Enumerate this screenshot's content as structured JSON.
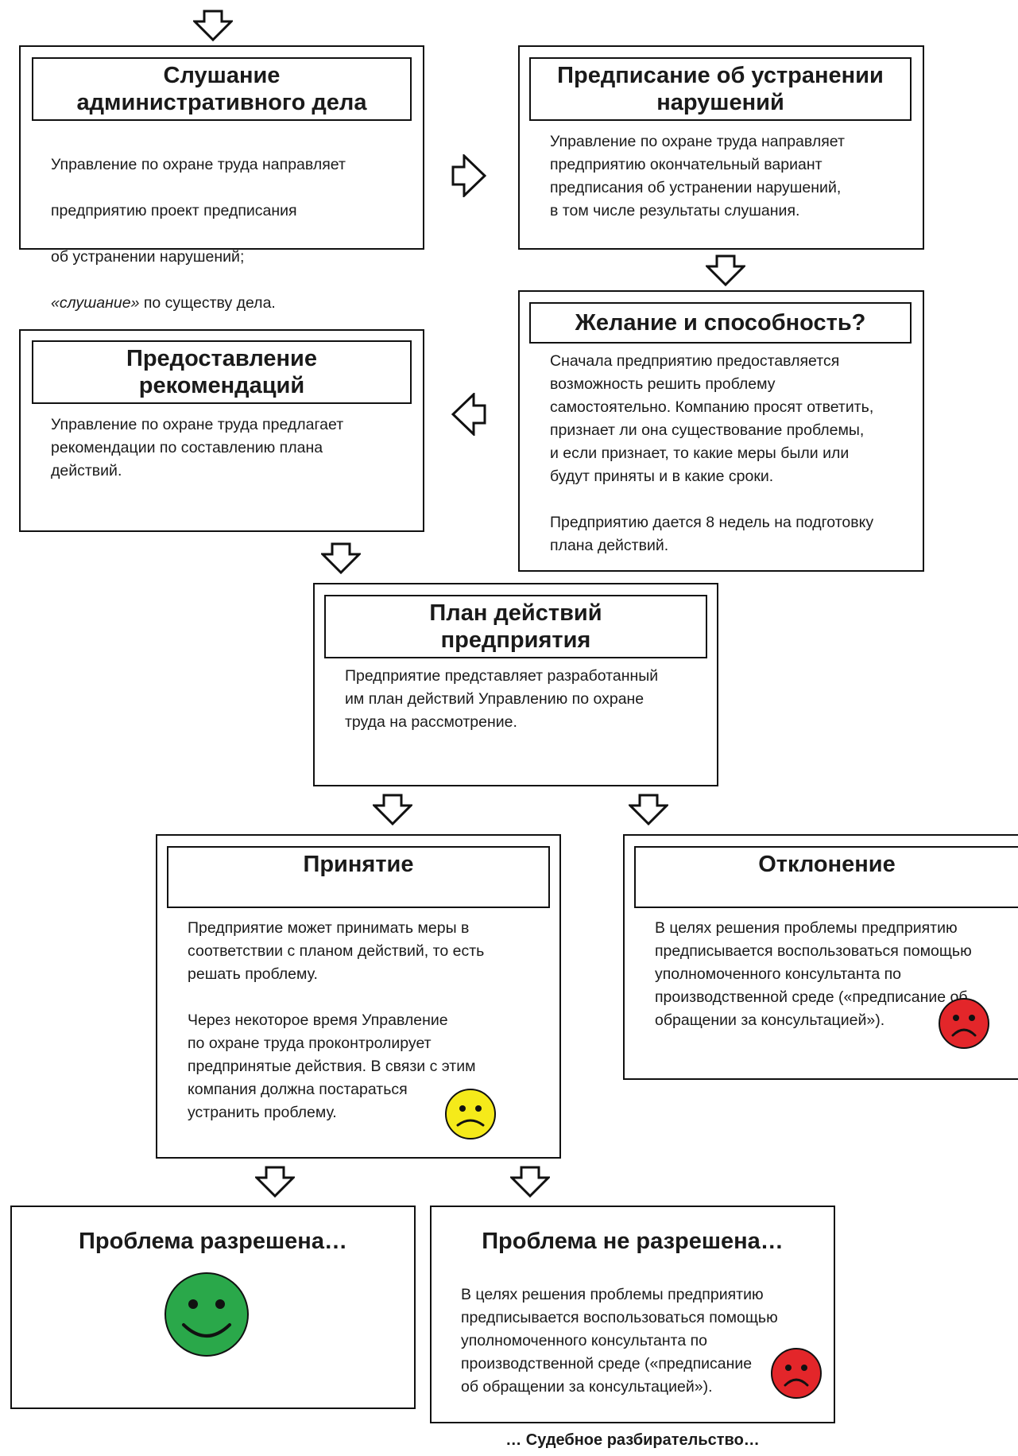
{
  "boxes": {
    "hearing": {
      "title": "Слушание\nадминистративного дела",
      "body_line1": "Управление по охране труда направляет",
      "body_line2": "предприятию проект предписания",
      "body_line3": "об устранении нарушений;",
      "body_line4_italic": "«слушание»",
      "body_line4_rest": " по существу дела."
    },
    "order": {
      "title": "Предписание об устранении\nнарушений",
      "body": "Управление по охране труда направляет\nпредприятию окончательный вариант\nпредписания об устранении нарушений,\nв том числе результаты слушания."
    },
    "willingness": {
      "title": "Желание и способность?",
      "body": "Сначала предприятию предоставляется\nвозможность решить проблему\nсамостоятельно. Компанию просят ответить,\nпризнает ли она существование проблемы,\nи если признает, то какие меры были или\nбудут приняты и в какие сроки.\n\nПредприятию дается 8 недель на подготовку\nплана действий."
    },
    "recommendations": {
      "title": "Предоставление\nрекомендаций",
      "body": "Управление по охране труда предлагает\nрекомендации по составлению плана\nдействий."
    },
    "action_plan": {
      "title": "План действий\nпредприятия",
      "body": "Предприятие представляет разработанный\nим план действий Управлению по охране\nтруда на рассмотрение."
    },
    "acceptance": {
      "title": "Принятие",
      "body": "Предприятие может принимать меры в\nсоответствии с планом действий, то есть\nрешать проблему.\n\nЧерез некоторое время Управление\nпо охране труда проконтролирует\nпредпринятые действия. В связи с этим\nкомпания должна постараться\nустранить проблему."
    },
    "rejection": {
      "title": "Отклонение",
      "body": "В целях решения проблемы предприятию\nпредписывается воспользоваться помощью\nуполномоченного консультанта по\nпроизводственной среде («предписание об\nобращении за консультацией»)."
    },
    "solved": {
      "title": "Проблема разрешена…"
    },
    "not_solved": {
      "title": "Проблема не разрешена…",
      "body": "В целях решения проблемы предприятию\nпредписывается воспользоваться помощью\nуполномоченного консультанта по\nпроизводственной среде («предписание\nоб обращении за консультацией»)."
    }
  },
  "footer": "… Судебное разбирательство…",
  "colors": {
    "happy": "#2aa84a",
    "neutral": "#f5ea1a",
    "sad": "#e3262a"
  },
  "icons": {
    "arrow": "hollow-arrow",
    "happy": "smiley-happy-icon",
    "neutral": "smiley-neutral-icon",
    "sad": "smiley-sad-icon"
  }
}
